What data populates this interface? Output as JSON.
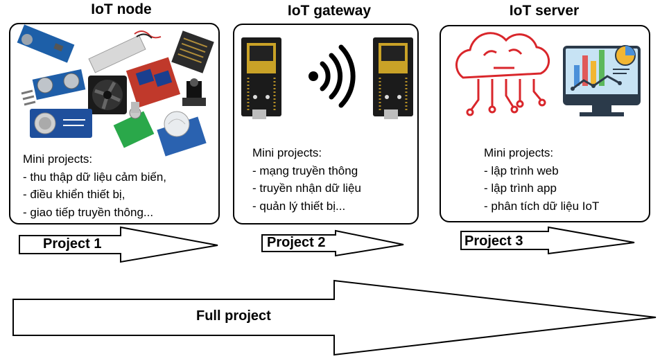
{
  "stages": [
    {
      "title": "IoT node",
      "mini_title": "Mini projects:",
      "items": [
        "- thu thập dữ liệu cảm biến,",
        "- điều khiển thiết bị,",
        "- giao tiếp truyền thông..."
      ],
      "arrow_label": "Project 1"
    },
    {
      "title": "IoT gateway",
      "mini_title": "Mini projects:",
      "items": [
        "- mạng truyền thông",
        "- truyền nhận dữ liệu",
        "- quản lý thiết bị..."
      ],
      "arrow_label": "Project 2"
    },
    {
      "title": "IoT server",
      "mini_title": "Mini projects:",
      "items": [
        "- lập trình web",
        "- lập trình app",
        "- phân tích dữ liệu IoT"
      ],
      "arrow_label": "Project 3"
    }
  ],
  "full_label": "Full project",
  "colors": {
    "cloud_red": "#d9262b",
    "board_dark": "#1b1b1b",
    "board_gold": "#c9a227",
    "screen_blue": "#c7e3f4",
    "monitor_dark": "#2b3a4a"
  },
  "sensor_icons": [
    "microphone-sensor",
    "load-cell",
    "rain-sensor",
    "ultrasonic-sensor",
    "relay-module",
    "cooling-fan",
    "ir-sensor",
    "gas-sensor",
    "soil-sensor",
    "pir-sensor"
  ]
}
